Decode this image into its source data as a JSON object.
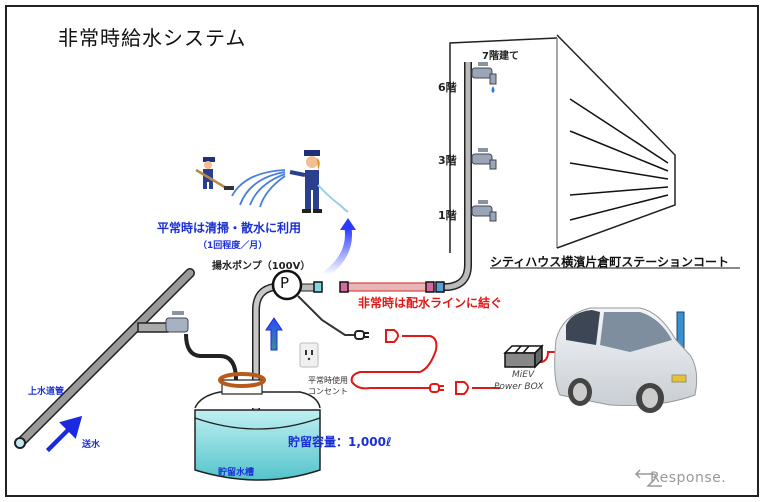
{
  "title": "非常時給水システム",
  "building": {
    "floors_label": "7階建て",
    "floor_labels": [
      "6階",
      "3階",
      "1階"
    ],
    "name": "シティハウス横濱片倉町ステーションコート"
  },
  "usage": {
    "normal_use": "平常時は清掃・散水に利用",
    "frequency": "（1回程度／月）"
  },
  "pump": {
    "label": "揚水ポンプ（100V）",
    "symbol": "P"
  },
  "emergency": {
    "label": "非常時は配水ラインに結ぐ"
  },
  "outlet": {
    "line1": "平常時使用",
    "line2": "コンセント"
  },
  "power_box": {
    "line1": "MiEV",
    "line2": "Power BOX"
  },
  "water_main": {
    "label": "上水道管",
    "flow_label": "送水"
  },
  "tank": {
    "label": "貯留水槽",
    "capacity": "貯留容量：1,000ℓ"
  },
  "watermark": "Response.",
  "colors": {
    "blue_text": "#1b2fd6",
    "red_text": "#e01818",
    "water": "#7fd6dc",
    "tank_ring": "#b85a1c",
    "pipe": "#9a9a9a"
  }
}
